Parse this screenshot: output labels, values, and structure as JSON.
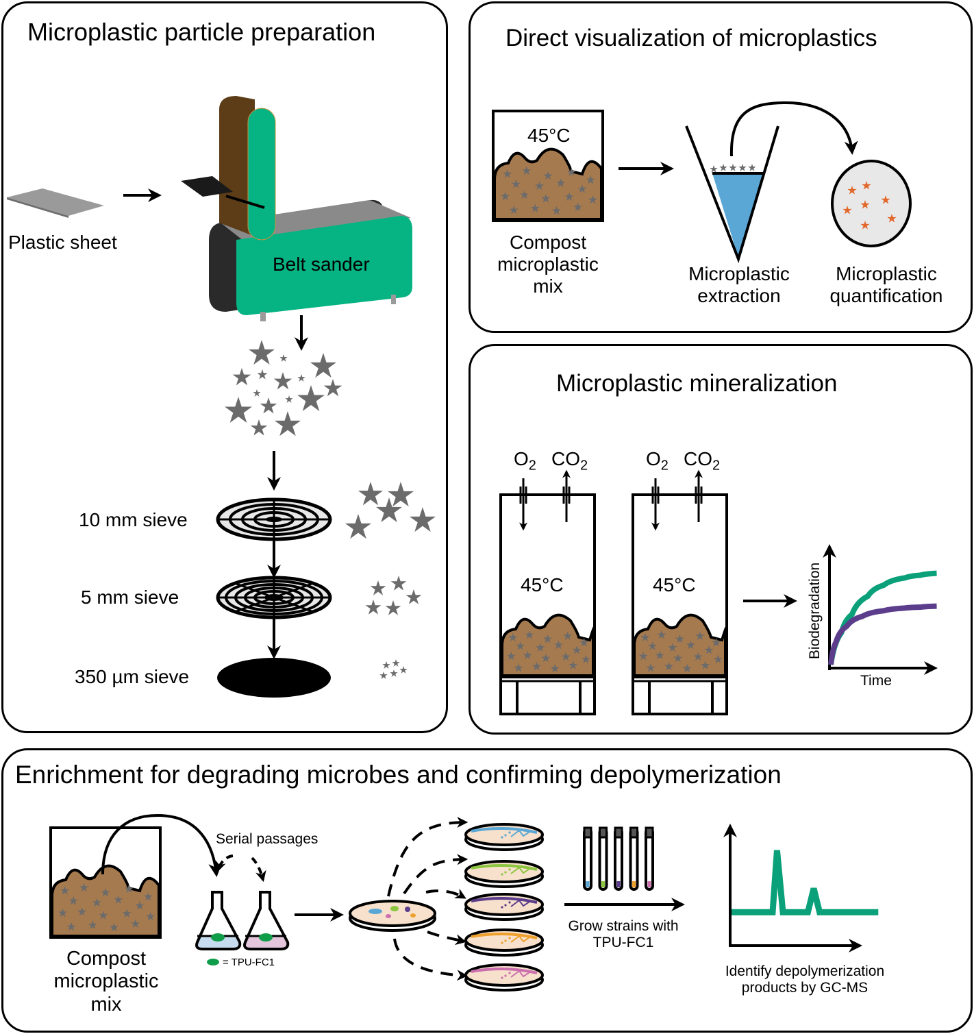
{
  "colors": {
    "compost": "#a67a4f",
    "microplastic_star": "#6b6b6b",
    "sander_green": "#06b383",
    "sander_brown": "#5c3d17",
    "sander_dark": "#2a2a2a",
    "water_blue": "#5aa7d6",
    "quantify_star": "#e2672a",
    "curve_green": "#0aa07a",
    "curve_purple": "#5c3d8c",
    "strain_blue": "#5aa7d6",
    "strain_green": "#8cc63f",
    "strain_purple": "#5c3d8c",
    "strain_orange": "#eda02c",
    "strain_pink": "#cc6fae",
    "plate_fill": "#f7e1cc"
  },
  "panel_preparation": {
    "title": "Microplastic particle preparation",
    "plastic_sheet_label": "Plastic sheet",
    "belt_sander_label": "Belt sander",
    "sieves": [
      {
        "label": "10 mm sieve"
      },
      {
        "label": "5 mm sieve"
      },
      {
        "label": "350 µm sieve"
      }
    ]
  },
  "panel_visualization": {
    "title": "Direct visualization of microplastics",
    "temperature": "45°C",
    "compost_label": [
      "Compost",
      "microplastic",
      "mix"
    ],
    "extraction_label": [
      "Microplastic",
      "extraction"
    ],
    "quantification_label": [
      "Microplastic",
      "quantification"
    ]
  },
  "panel_mineralization": {
    "title": "Microplastic mineralization",
    "vessels": [
      {
        "gas_in": "O",
        "gas_in_sub": "2",
        "gas_out": "CO",
        "gas_out_sub": "2",
        "temperature": "45°C"
      },
      {
        "gas_in": "O",
        "gas_in_sub": "2",
        "gas_out": "CO",
        "gas_out_sub": "2",
        "temperature": "45°C"
      }
    ],
    "plot": {
      "ylabel": "Biodegradation",
      "xlabel": "Time"
    }
  },
  "panel_enrichment": {
    "title": "Enrichment for degrading microbes and confirming depolymerization",
    "compost_label": [
      "Compost",
      "microplastic",
      "mix"
    ],
    "serial_passages_label": "Serial passages",
    "legend_label": "= TPU-FC1",
    "grow_label": [
      "Grow strains with",
      "TPU-FC1"
    ],
    "gcms_label": [
      "Identify depolymerization",
      "products by GC-MS"
    ]
  },
  "chart_data": [
    {
      "type": "line",
      "title": "",
      "xlabel": "Time",
      "ylabel": "Biodegradation",
      "schematic": true,
      "series": [
        {
          "name": "green curve",
          "color": "#0aa07a",
          "x": [
            0,
            0.1,
            0.2,
            0.35,
            0.5,
            0.7,
            0.85,
            1.0
          ],
          "y": [
            0,
            0.35,
            0.55,
            0.75,
            0.87,
            0.95,
            0.98,
            1.0
          ]
        },
        {
          "name": "purple curve",
          "color": "#5c3d8c",
          "x": [
            0,
            0.05,
            0.15,
            0.3,
            0.5,
            0.7,
            0.85,
            1.0
          ],
          "y": [
            0,
            0.25,
            0.42,
            0.53,
            0.59,
            0.62,
            0.63,
            0.64
          ]
        }
      ],
      "xlim": [
        0,
        1.1
      ],
      "ylim": [
        0,
        1.2
      ],
      "grid": false
    },
    {
      "type": "line",
      "title": "",
      "xlabel": "",
      "ylabel": "",
      "schematic": true,
      "series": [
        {
          "name": "GC-MS trace",
          "color": "#0aa07a",
          "x": [
            0,
            0.28,
            0.31,
            0.35,
            0.38,
            0.52,
            0.56,
            0.6,
            1.0
          ],
          "y": [
            0.35,
            0.35,
            1.0,
            0.35,
            0.35,
            0.35,
            0.6,
            0.35,
            0.35
          ]
        }
      ],
      "xlim": [
        0,
        1.05
      ],
      "ylim": [
        0,
        1.15
      ],
      "grid": false
    }
  ]
}
